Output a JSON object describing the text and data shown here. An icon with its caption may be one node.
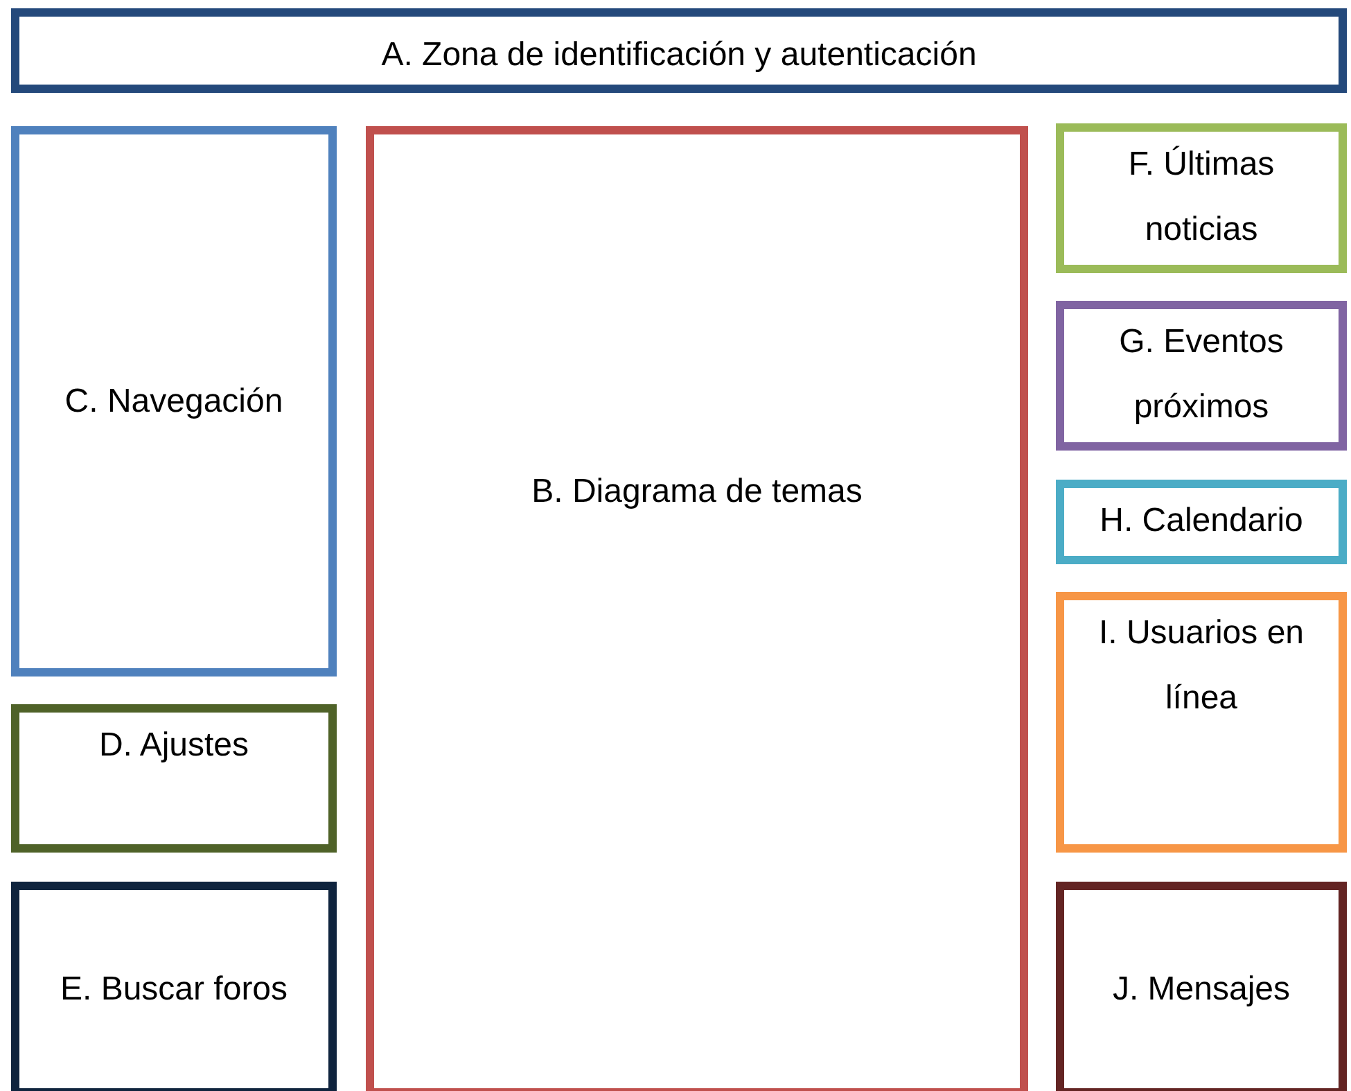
{
  "diagram": {
    "nodes": [
      {
        "text": [
          "A. Zona de identificación y autenticación"
        ]
      },
      {
        "text": [
          "B. Diagrama de temas"
        ]
      },
      {
        "text": [
          "C. Navegación"
        ]
      },
      {
        "text": [
          "D. Ajustes"
        ]
      },
      {
        "text": [
          "E. Buscar foros"
        ]
      },
      {
        "text": [
          "F. Últimas noticias"
        ]
      },
      {
        "text": [
          "G. Eventos próximos"
        ]
      },
      {
        "text": [
          "H. Calendario"
        ]
      },
      {
        "text": [
          "I. Usuarios en línea"
        ]
      },
      {
        "text": [
          "J. Mensajes"
        ]
      }
    ]
  }
}
